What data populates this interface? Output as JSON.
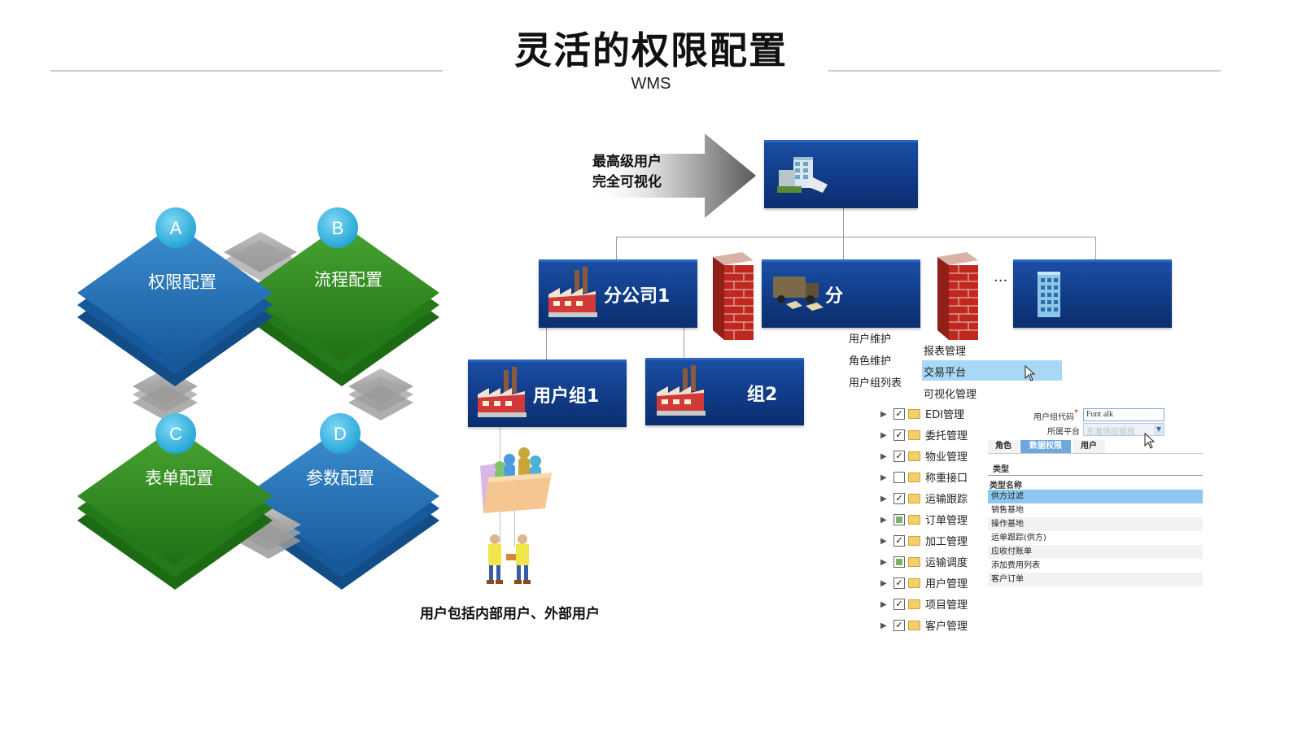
{
  "header": {
    "title": "灵活的权限配置",
    "subtitle": "WMS"
  },
  "quadrants": {
    "a": {
      "letter": "A",
      "label": "权限配置"
    },
    "b": {
      "letter": "B",
      "label": "流程配置"
    },
    "c": {
      "letter": "C",
      "label": "表单配置"
    },
    "d": {
      "letter": "D",
      "label": "参数配置"
    }
  },
  "top_note": {
    "line1": "最高级用户",
    "line2": "完全可视化"
  },
  "nodes": {
    "branch1": "分公司1",
    "branch2": "分",
    "ellipsis": "...",
    "group1": "用户组1",
    "group2": "组2"
  },
  "bottom_note": "用户包括内部用户、外部用户",
  "left_menu": [
    "用户维护",
    "角色维护",
    "用户组列表"
  ],
  "right_menu": {
    "items": [
      "报表管理",
      "交易平台",
      "可视化管理"
    ],
    "highlighted": "交易平台"
  },
  "tree": [
    {
      "label": "EDI管理",
      "state": "checked"
    },
    {
      "label": "委托管理",
      "state": "checked"
    },
    {
      "label": "物业管理",
      "state": "checked"
    },
    {
      "label": "称重接口",
      "state": "unchecked"
    },
    {
      "label": "运输跟踪",
      "state": "checked"
    },
    {
      "label": "订单管理",
      "state": "partial"
    },
    {
      "label": "加工管理",
      "state": "checked"
    },
    {
      "label": "运输调度",
      "state": "partial"
    },
    {
      "label": "用户管理",
      "state": "checked"
    },
    {
      "label": "项目管理",
      "state": "checked"
    },
    {
      "label": "客户管理",
      "state": "checked"
    }
  ],
  "panel": {
    "group_code_label": "用户组代码",
    "group_code_value": "Funt alk",
    "platform_label": "所属平台",
    "platform_value": "东滙供应链技",
    "tabs": [
      "角色",
      "数据权限",
      "用户"
    ],
    "active_tab": "数据权限",
    "section_label": "类型",
    "column_header": "类型名称",
    "rows": [
      "供方过滤",
      "销售基地",
      "操作基地",
      "运单跟踪(供方)",
      "应收付账单",
      "添加费用列表",
      "客户订单"
    ],
    "selected_row": "供方过滤"
  },
  "colors": {
    "node_blue": "#123f8c",
    "quad_blue": "#1f6fb5",
    "quad_green": "#2e8a1f",
    "badge_cyan": "#37b6e0",
    "highlight": "#a8d8f5",
    "brick": "#c0281f"
  }
}
